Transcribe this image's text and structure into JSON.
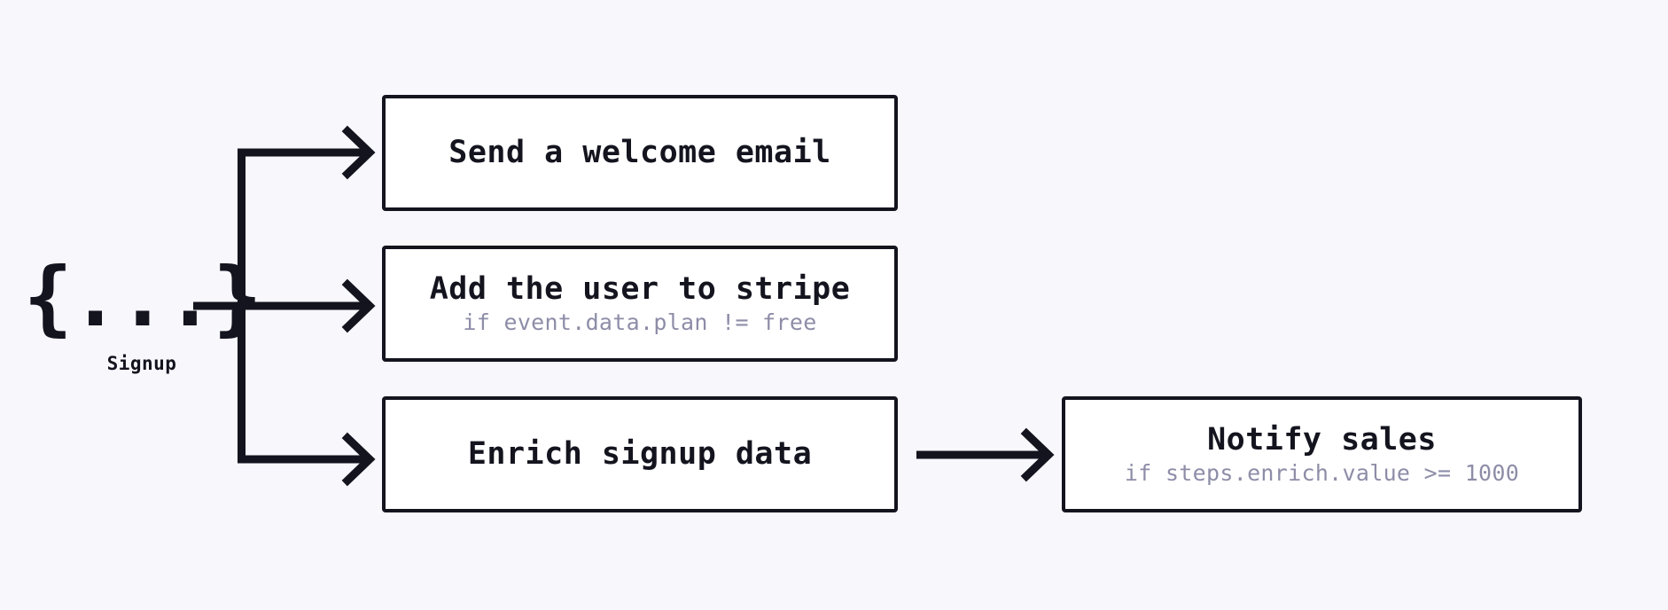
{
  "diagram": {
    "type": "workflow-fan-out",
    "background_color": "#f8f7fc",
    "node_fill": "#ffffff",
    "stroke_color": "#14141f",
    "subtitle_color": "#8d8da8",
    "trigger": {
      "icon": "json-braces-icon",
      "glyph": "{...}",
      "label": "Signup"
    },
    "steps": [
      {
        "id": "welcome",
        "title": "Send a welcome email",
        "subtitle": ""
      },
      {
        "id": "stripe",
        "title": "Add the user to stripe",
        "subtitle": "if event.data.plan != free"
      },
      {
        "id": "enrich",
        "title": "Enrich signup data",
        "subtitle": ""
      },
      {
        "id": "notify",
        "title": "Notify sales",
        "subtitle": "if steps.enrich.value >= 1000"
      }
    ],
    "edges": [
      {
        "id": "edge-trigger-welcome",
        "from": "Signup",
        "to": "Send a welcome email"
      },
      {
        "id": "edge-trigger-stripe",
        "from": "Signup",
        "to": "Add the user to stripe"
      },
      {
        "id": "edge-trigger-enrich",
        "from": "Signup",
        "to": "Enrich signup data"
      },
      {
        "id": "edge-enrich-notify",
        "from": "Enrich signup data",
        "to": "Notify sales"
      }
    ]
  }
}
